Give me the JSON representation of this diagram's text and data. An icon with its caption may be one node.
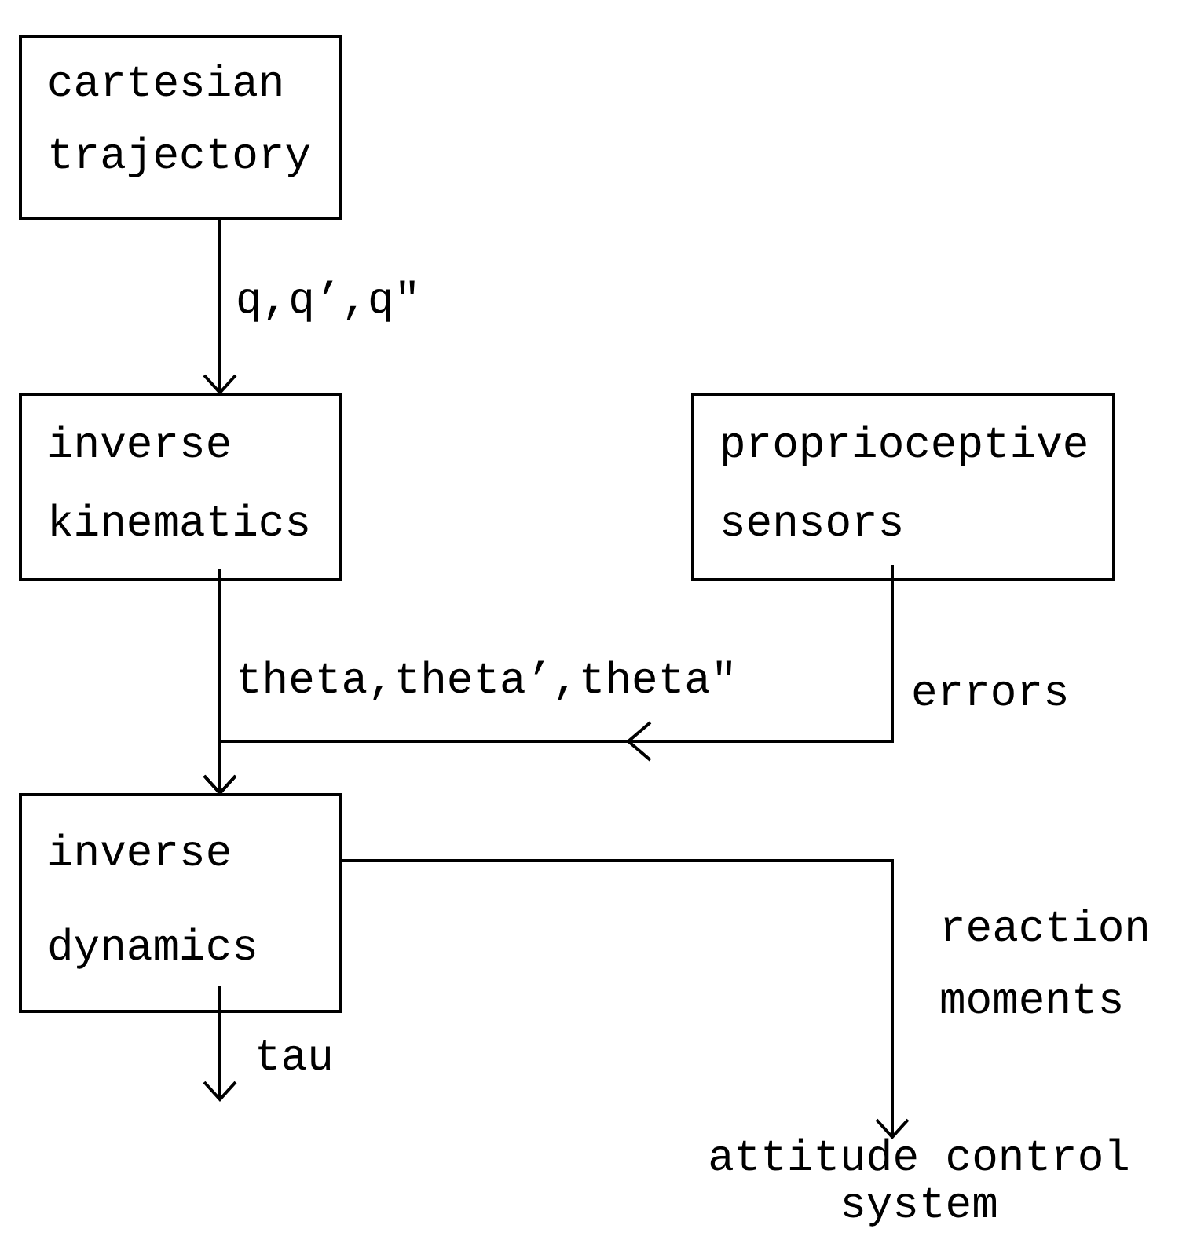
{
  "diagram": {
    "nodes": [
      {
        "text": [
          "cartesian trajectory"
        ]
      },
      {
        "text": [
          "inverse kinematics"
        ]
      },
      {
        "text": [
          "proprioceptive sensors"
        ]
      },
      {
        "text": [
          "inverse dynamics"
        ]
      },
      {
        "text": [
          "attitude control system"
        ]
      }
    ],
    "edges": [
      {
        "from": 0,
        "to": 1,
        "arrow": "to",
        "label": "q,q’,q\""
      },
      {
        "from": 1,
        "to": 3,
        "arrow": "to",
        "label": "theta,theta’,theta\""
      },
      {
        "from": 2,
        "to": 3,
        "arrow": "to",
        "label": "errors"
      },
      {
        "from": 3,
        "to": 4,
        "arrow": "to",
        "label": "reaction moments"
      },
      {
        "from": 3,
        "to": null,
        "arrow": "to",
        "label": "tau"
      }
    ]
  }
}
